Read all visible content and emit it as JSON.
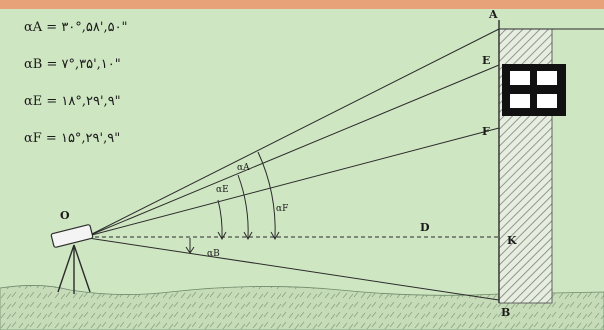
{
  "colors": {
    "background": "#cfe6c2",
    "top_bar": "#e8a27a",
    "ground": "#b9cfb0",
    "hatch": "#7f7f7f",
    "line": "#2b2b2b",
    "window": "#111111"
  },
  "formulas": [
    "αA = ۳۰°,۵۸',۵۰\"",
    "αB = ۷°,۳۵',۱۰\"",
    "αE = ۱۸°,۲۹',۹\"",
    "αF = ۱۵°,۲۹',۹\""
  ],
  "labels": {
    "A": "A",
    "E": "E",
    "F": "F",
    "K": "K",
    "B": "B",
    "O": "O",
    "D": "D",
    "alpha_A": "αA",
    "alpha_E": "αE",
    "alpha_F": "αF",
    "alpha_B": "αB"
  }
}
